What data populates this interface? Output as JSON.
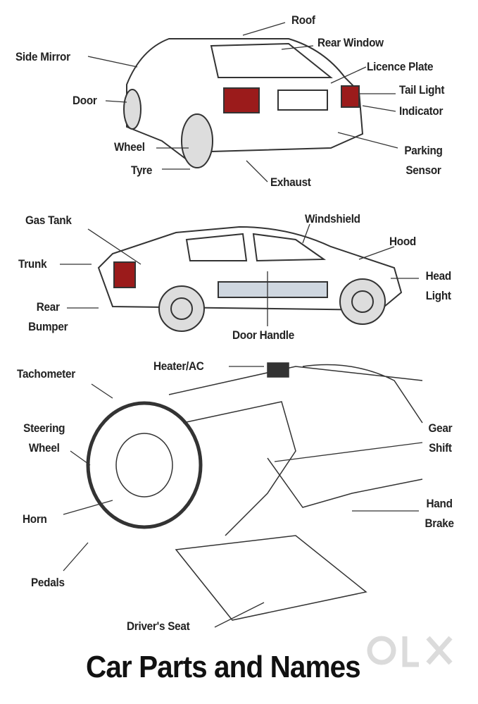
{
  "title": "Car Parts and Names",
  "section_exterior_rear": {
    "labels": [
      "Roof",
      "Rear Window",
      "Side Mirror",
      "Licence Plate",
      "Door",
      "Tail Light",
      "Indicator",
      "Wheel",
      "Parking Sensor",
      "Tyre",
      "Exhaust"
    ]
  },
  "section_exterior_side": {
    "labels": [
      "Gas Tank",
      "Windshield",
      "Hood",
      "Trunk",
      "Head Light",
      "Rear Bumper",
      "Door Handle"
    ]
  },
  "section_interior": {
    "labels": [
      "Heater/AC",
      "Tachometer",
      "Steering Wheel",
      "Gear Shift",
      "Hand Brake",
      "Horn",
      "Pedals",
      "Driver's Seat"
    ]
  },
  "watermark": "OLX"
}
